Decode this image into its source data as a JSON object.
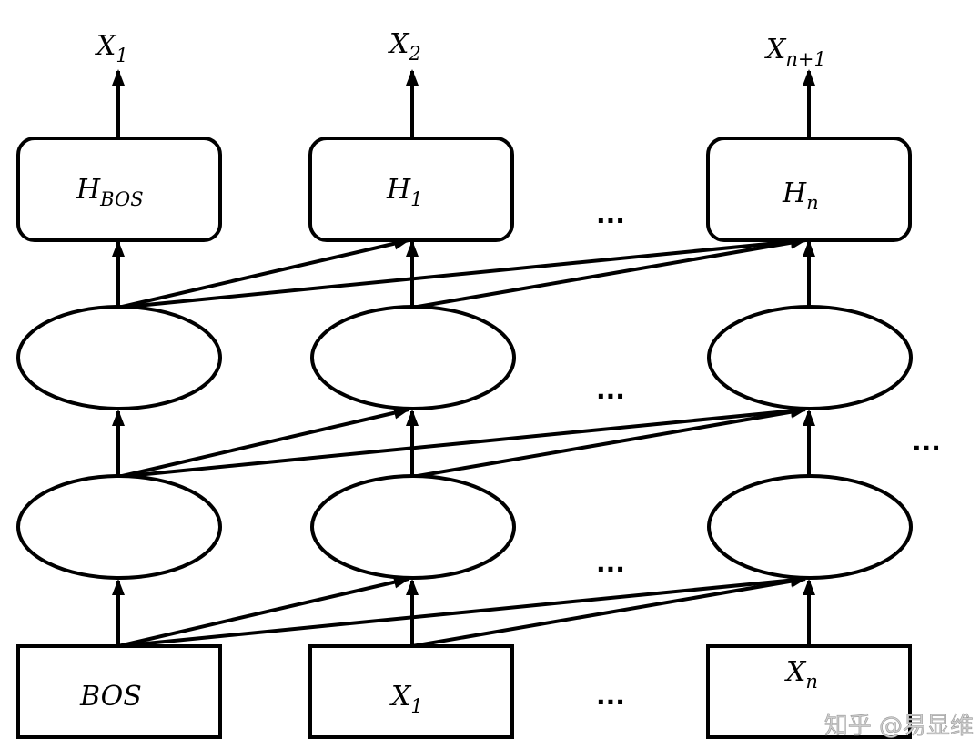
{
  "outputs": [
    {
      "main": "X",
      "sub": "1"
    },
    {
      "main": "X",
      "sub": "2"
    },
    {
      "main": "X",
      "sub": "n+1"
    }
  ],
  "hidden_boxes": [
    {
      "main": "H",
      "sub": "BOS"
    },
    {
      "main": "H",
      "sub": "1"
    },
    {
      "main": "H",
      "sub": "n"
    }
  ],
  "inputs": [
    {
      "main": "BOS",
      "sub": ""
    },
    {
      "main": "X",
      "sub": "1"
    },
    {
      "main": "X",
      "sub": "n"
    }
  ],
  "ellipsis": "...",
  "watermark": "知乎 @易显维"
}
